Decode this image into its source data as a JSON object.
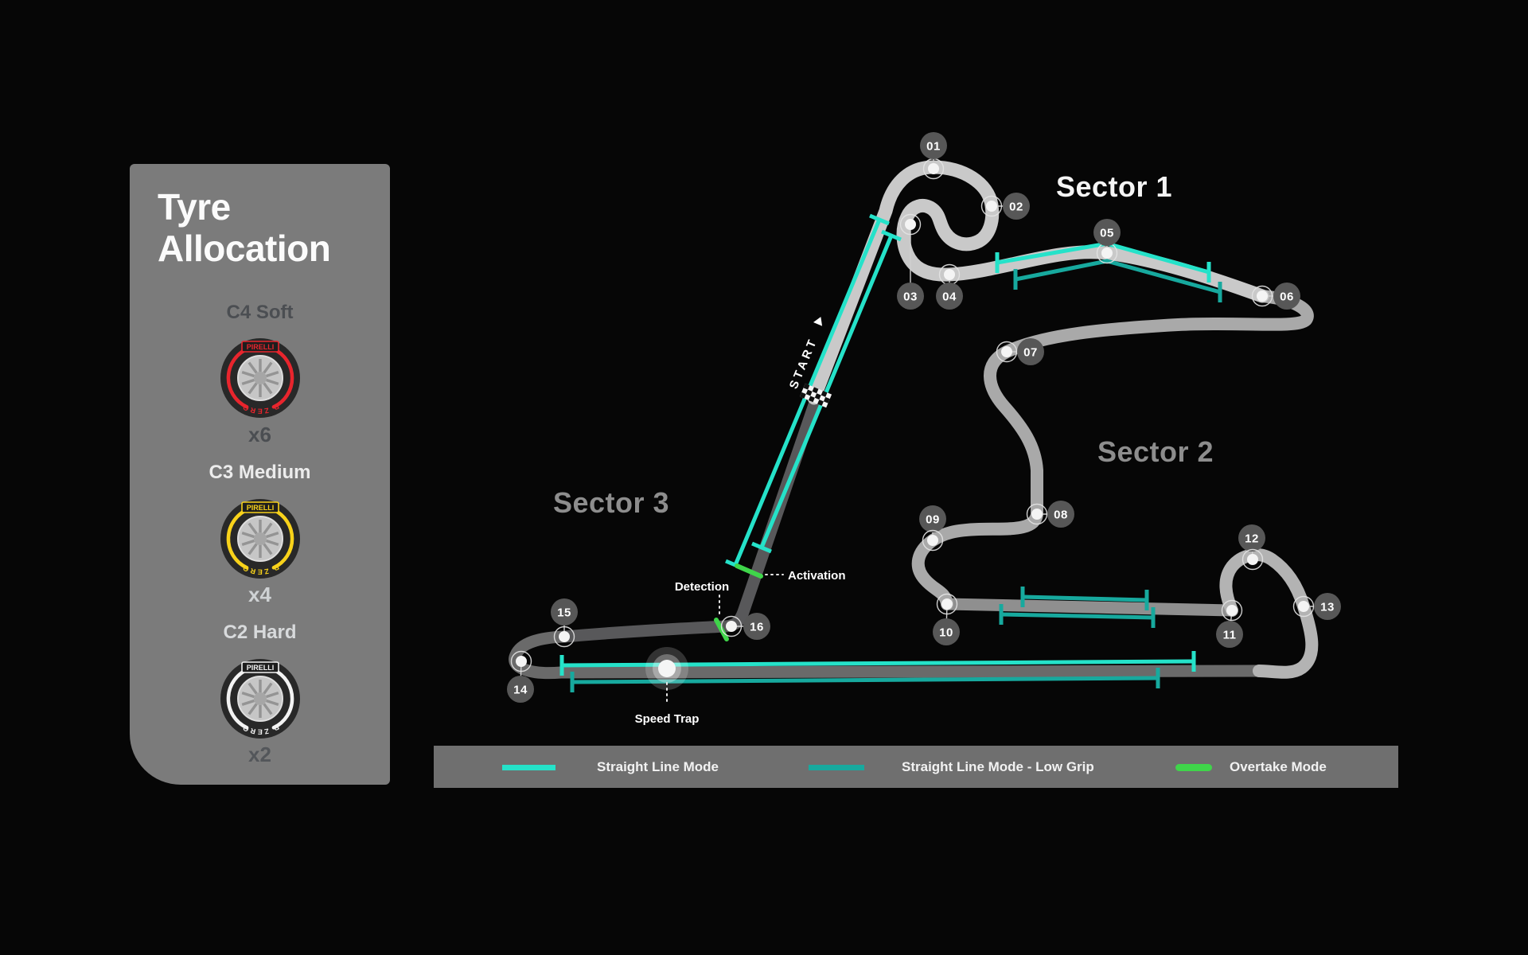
{
  "panel": {
    "title_line1": "Tyre",
    "title_line2": "Allocation",
    "brand": "PIRELLI",
    "brand_sub": "P ZERO",
    "tyres": [
      {
        "compound": "C4 Soft",
        "count": "x6",
        "color": "#E8252D"
      },
      {
        "compound": "C3 Medium",
        "count": "x4",
        "color": "#F8D21A"
      },
      {
        "compound": "C2 Hard",
        "count": "x2",
        "color": "#F2F2F2"
      }
    ]
  },
  "track": {
    "sectors": [
      {
        "label": "Sector 1"
      },
      {
        "label": "Sector 2"
      },
      {
        "label": "Sector 3"
      }
    ],
    "corners": [
      {
        "label": "01"
      },
      {
        "label": "02"
      },
      {
        "label": "03"
      },
      {
        "label": "04"
      },
      {
        "label": "05"
      },
      {
        "label": "06"
      },
      {
        "label": "07"
      },
      {
        "label": "08"
      },
      {
        "label": "09"
      },
      {
        "label": "10"
      },
      {
        "label": "11"
      },
      {
        "label": "12"
      },
      {
        "label": "13"
      },
      {
        "label": "14"
      },
      {
        "label": "15"
      },
      {
        "label": "16"
      }
    ],
    "annotations": {
      "start": "START",
      "detection": "Detection",
      "activation": "Activation",
      "speed_trap": "Speed Trap"
    }
  },
  "legend": {
    "items": [
      {
        "label": "Straight Line Mode",
        "color": "#25E2C9"
      },
      {
        "label": "Straight Line Mode - Low Grip",
        "color": "#17A99E"
      },
      {
        "label": "Overtake Mode",
        "color": "#3FD54A"
      }
    ]
  }
}
